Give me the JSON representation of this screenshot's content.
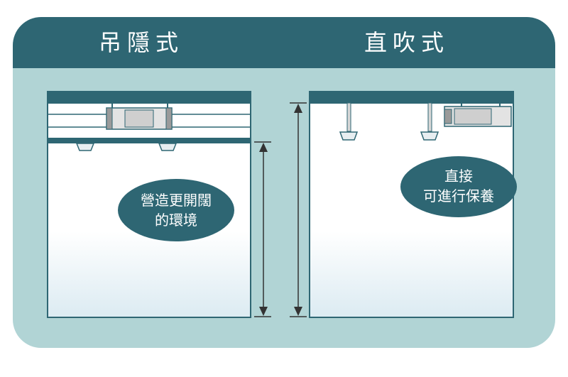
{
  "panels": {
    "left": {
      "title": "吊隱式",
      "bubble": {
        "line1": "營造更開闊",
        "line2": "的環境"
      }
    },
    "right": {
      "title": "直吹式",
      "bubble": {
        "line1": "直接",
        "line2": "可進行保養"
      }
    }
  },
  "colors": {
    "primary": "#2e6673",
    "panel_bg": "#b1d4d5",
    "room_fill_top": "#ffffff",
    "room_fill_bottom": "#dcebf2",
    "unit_gray": "#d8d8d8"
  }
}
